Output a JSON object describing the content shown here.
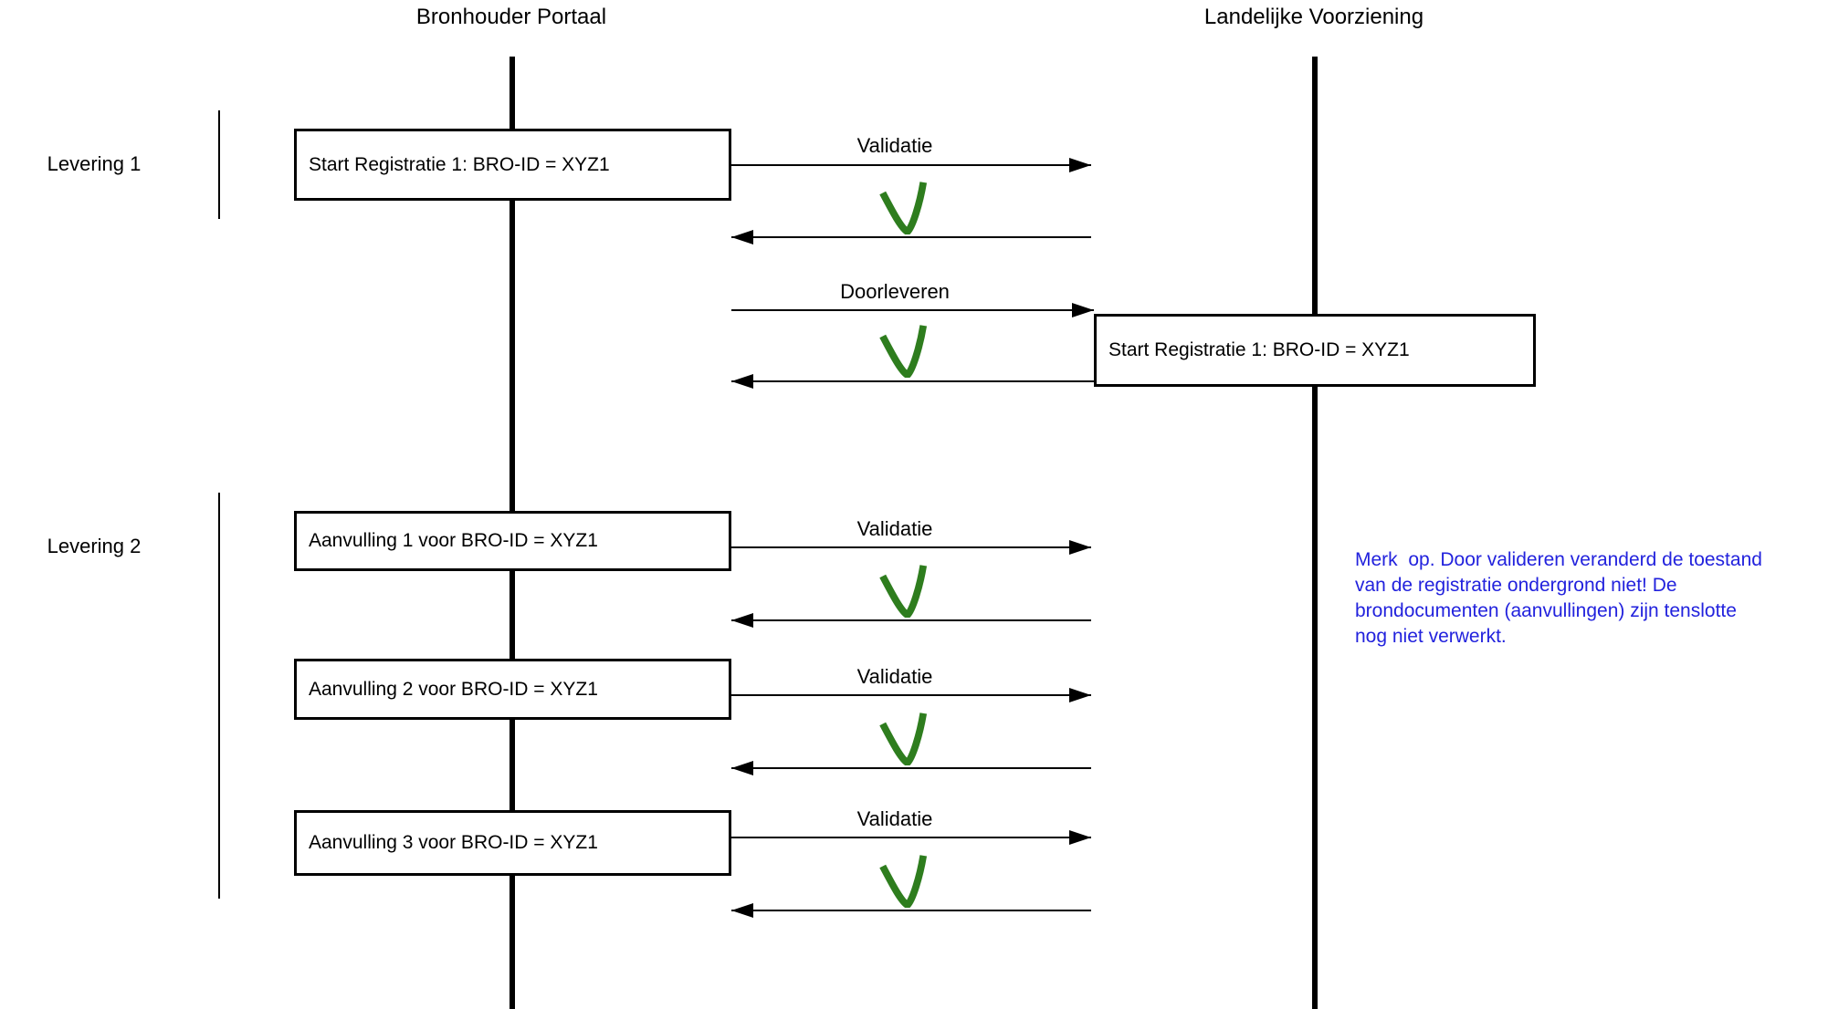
{
  "diagram": {
    "actors": {
      "left": {
        "label": "Bronhouder Portaal"
      },
      "right": {
        "label": "Landelijke Voorziening"
      }
    },
    "groups": {
      "levering1": {
        "label": "Levering 1"
      },
      "levering2": {
        "label": "Levering 2"
      }
    },
    "boxes": {
      "start_registratie_portaal": {
        "label": "Start Registratie 1: BRO-ID = XYZ1"
      },
      "start_registratie_lv": {
        "label": "Start Registratie 1: BRO-ID = XYZ1"
      },
      "aanvulling1": {
        "label": "Aanvulling 1 voor BRO-ID = XYZ1"
      },
      "aanvulling2": {
        "label": "Aanvulling 2 voor BRO-ID = XYZ1"
      },
      "aanvulling3": {
        "label": "Aanvulling 3 voor BRO-ID = XYZ1"
      }
    },
    "flows": [
      {
        "label": "Validatie",
        "result": "success-check"
      },
      {
        "label": "Doorleveren",
        "result": "success-check"
      },
      {
        "label": "Validatie",
        "result": "success-check"
      },
      {
        "label": "Validatie",
        "result": "success-check"
      },
      {
        "label": "Validatie",
        "result": "success-check"
      }
    ],
    "note": {
      "lines": [
        "Merk  op. Door valideren veranderd de toestand",
        "van de registratie ondergrond niet! De",
        "brondocumenten (aanvullingen) zijn tenslotte",
        "nog niet verwerkt."
      ]
    },
    "colors": {
      "stroke": "#000000",
      "check_green": "#2E7D1E",
      "note_blue": "#2222DD"
    }
  }
}
